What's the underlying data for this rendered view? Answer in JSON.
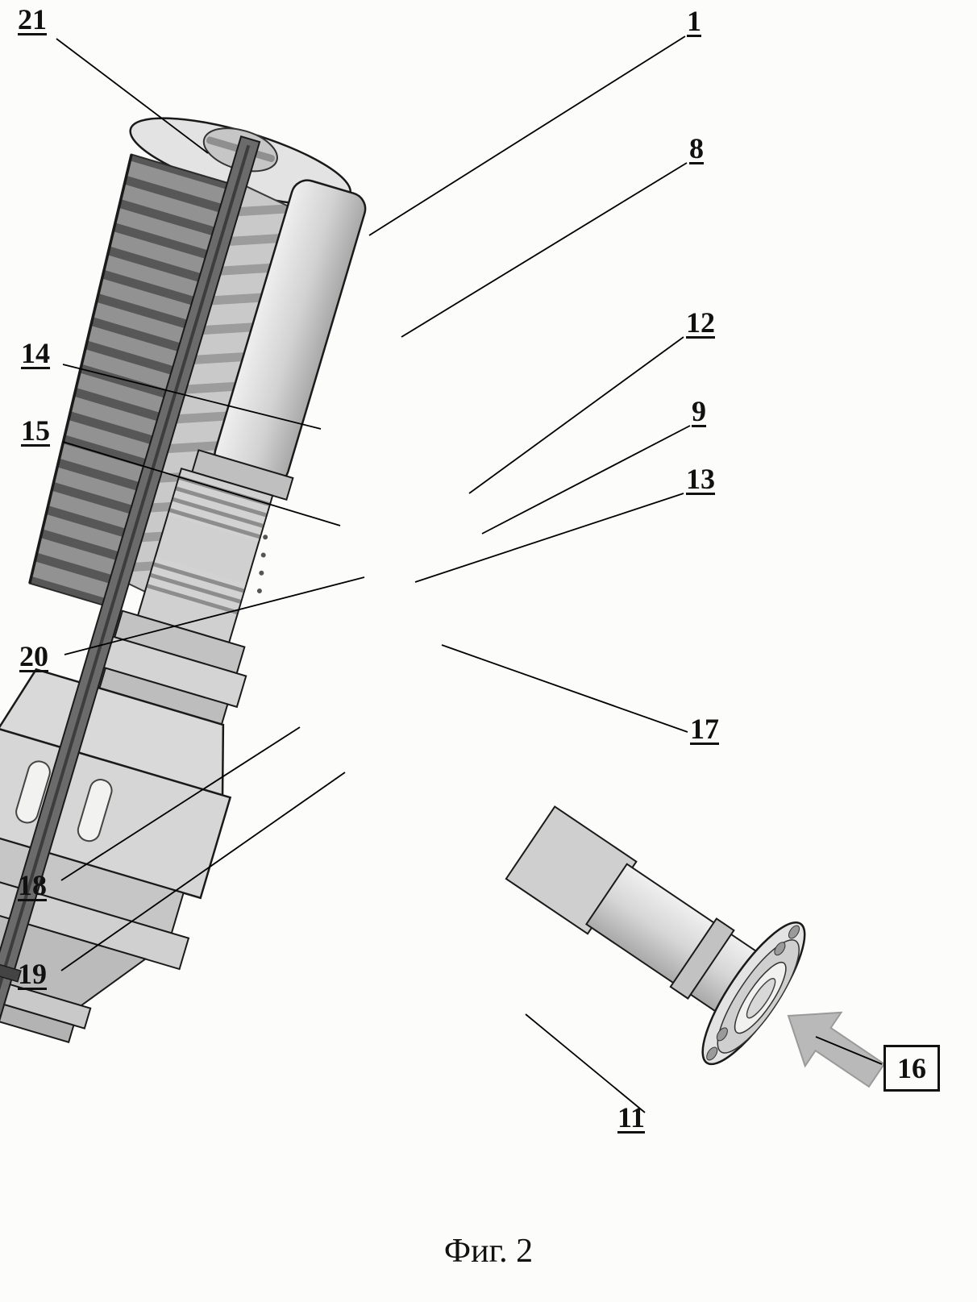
{
  "figure": {
    "caption": "Фиг. 2"
  },
  "callouts": {
    "c21": {
      "text": "21"
    },
    "c1": {
      "text": "1"
    },
    "c8": {
      "text": "8"
    },
    "c12": {
      "text": "12"
    },
    "c9": {
      "text": "9"
    },
    "c13": {
      "text": "13"
    },
    "c14": {
      "text": "14"
    },
    "c15": {
      "text": "15"
    },
    "c20": {
      "text": "20"
    },
    "c17": {
      "text": "17"
    },
    "c18": {
      "text": "18"
    },
    "c19": {
      "text": "19"
    },
    "c11": {
      "text": "11"
    },
    "c16": {
      "text": "16"
    }
  },
  "icons": {
    "flow_arrow": "flow-direction-arrow"
  },
  "colors": {
    "background": "#fcfcfb",
    "outline": "#1a1a1a",
    "metal_light": "#dcdcdc",
    "metal_mid": "#b9b9b9",
    "metal_dark": "#8a8a8a",
    "shaft": "#6b6b6b",
    "arrow": "#b9b9b9"
  }
}
